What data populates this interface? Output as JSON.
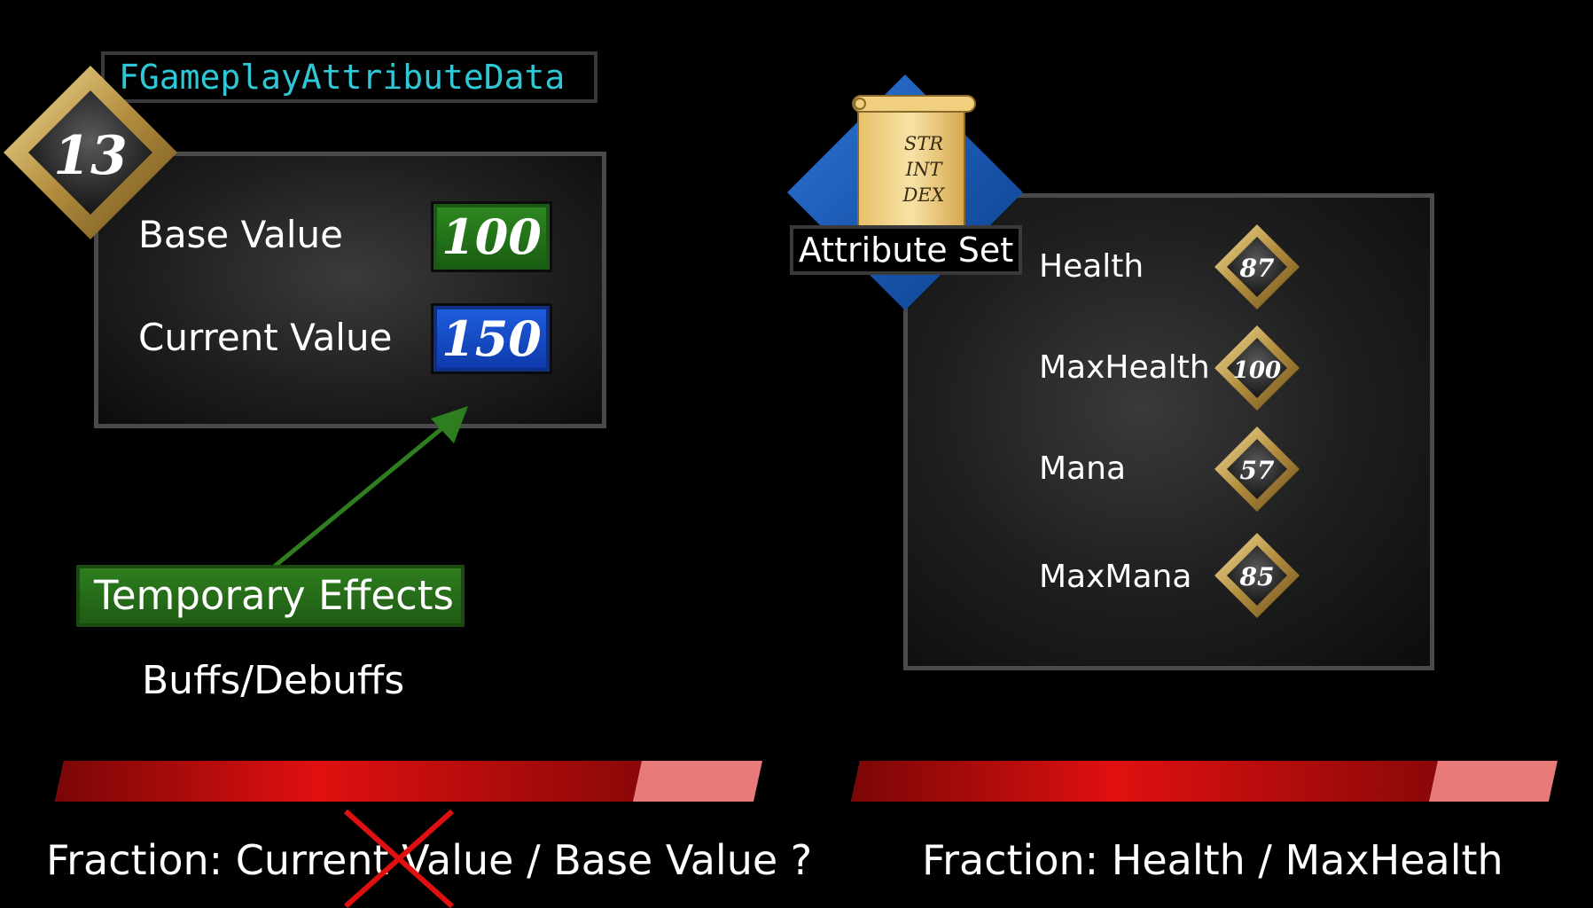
{
  "left": {
    "struct_name": "FGameplayAttributeData",
    "badge_number": "13",
    "rows": [
      {
        "label": "Base Value",
        "value": "100",
        "color": "#2f8a22"
      },
      {
        "label": "Current Value",
        "value": "150",
        "color": "#1f5fe0"
      }
    ],
    "temporary_effects": "Temporary Effects",
    "buffs_debuffs": "Buffs/Debuffs",
    "bar_fill_fraction": 0.83,
    "fraction_text": "Fraction: Current Value / Base Value ?"
  },
  "right": {
    "scroll_lines": [
      "STR",
      "INT",
      "DEX"
    ],
    "attribute_set_label": "Attribute Set",
    "stats": [
      {
        "label": "Health",
        "value": "87"
      },
      {
        "label": "MaxHealth",
        "value": "100"
      },
      {
        "label": "Mana",
        "value": "57"
      },
      {
        "label": "MaxMana",
        "value": "85"
      }
    ],
    "bar_fill_fraction": 0.83,
    "fraction_text": "Fraction: Health / MaxHealth"
  },
  "colors": {
    "struct_text": "#2ec7d6",
    "bar_red": "#e01010",
    "bar_empty": "#e87a7a",
    "arrow_green": "#2e7d1e",
    "cross_red": "#e01010"
  }
}
